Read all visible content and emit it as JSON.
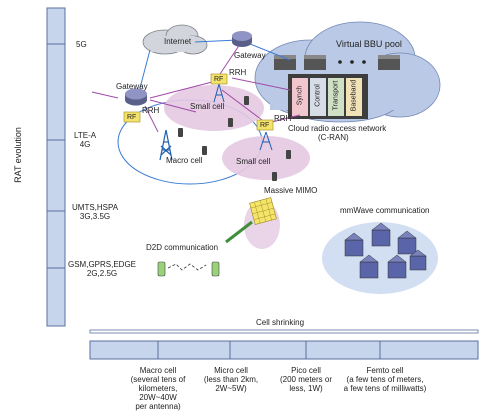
{
  "rat_axis": {
    "title": "RAT evolution",
    "levels": [
      {
        "name": "5G",
        "sub": ""
      },
      {
        "name": "LTE-A",
        "sub": "4G"
      },
      {
        "name": "UMTS,HSPA",
        "sub": "3G,3.5G"
      },
      {
        "name": "GSM,GPRS,EDGE",
        "sub": "2G,2.5G"
      }
    ]
  },
  "network": {
    "internet": "Internet",
    "gateway_top": "Gateway",
    "gateway_left": "Gateway",
    "bbu_pool": "Virtual BBU pool",
    "bbu_modules": [
      "Synch",
      "Control",
      "Transport",
      "Baseband"
    ],
    "cran_line1": "Cloud radio access network",
    "cran_line2": "(C-RAN)",
    "rrh_label": "RRH",
    "rf_label": "RF",
    "small_cell": "Small cell",
    "macro_cell": "Macro cell"
  },
  "technologies": {
    "massive_mimo": "Massive MIMO",
    "mmwave": "mmWave communication",
    "d2d": "D2D communication"
  },
  "shrink_axis": {
    "title": "Cell shrinking",
    "cells": [
      {
        "lines": [
          "Macro cell",
          "(several tens of",
          "kilometers,",
          "20W~40W",
          "per antenna)"
        ]
      },
      {
        "lines": [
          "Micro cell",
          "(less than 2km,",
          "2W~5W)"
        ]
      },
      {
        "lines": [
          "Pico cell",
          "(200 meters or",
          "less, 1W)"
        ]
      },
      {
        "lines": [
          "Femto cell",
          "(a few tens of meters,",
          "a few tens of milliwatts)"
        ]
      }
    ]
  },
  "colors": {
    "axis_fill": "#c6d4ec",
    "axis_stroke": "#5b6fa0",
    "cloud_fill": "#b9c9e6",
    "cell_fill": "#e4c9e2",
    "link_blue": "#3a7bd5",
    "link_purple": "#a04aa8"
  }
}
